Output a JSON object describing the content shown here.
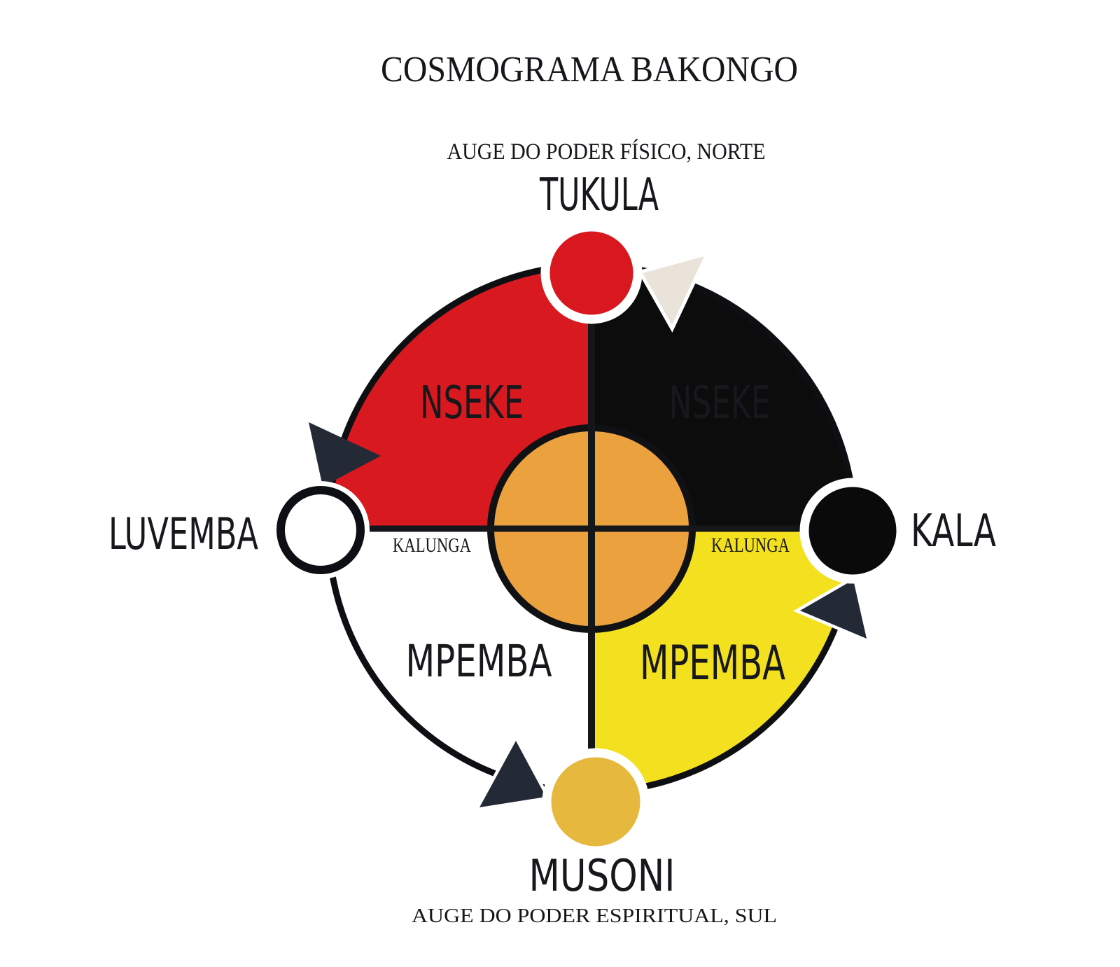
{
  "title": "COSMOGRAMA BAKONGO",
  "compass": {
    "north_caption": "AUGE DO PODER FÍSICO, NORTE",
    "south_caption": "AUGE DO PODER ESPIRITUAL, SUL"
  },
  "nodes": {
    "north": {
      "label": "TUKULA",
      "color": "#d8171e"
    },
    "west": {
      "label": "LUVEMBA",
      "color": "#ffffff"
    },
    "east": {
      "label": "KALA",
      "color": "#0a0a0a"
    },
    "south": {
      "label": "MUSONI",
      "color": "#e6b83d"
    }
  },
  "quadrants": {
    "top_left": {
      "label": "NSEKE",
      "color": "#d8191f",
      "label_color": "#ffffff"
    },
    "top_right": {
      "label": "NSEKE",
      "color": "#0c0c0c",
      "label_color": "#ffffff"
    },
    "bottom_left": {
      "label": "MPEMBA",
      "color": "#ffffff",
      "label_color": "#17181c"
    },
    "bottom_right": {
      "label": "MPEMBA",
      "color": "#f3e01f",
      "label_color": "#17181c"
    }
  },
  "axis": {
    "left_label": "KALUNGA",
    "right_label": "KALUNGA"
  },
  "center": {
    "color": "#eba23e"
  },
  "arrows": {
    "light": "#e9e3da",
    "dark": "#232935"
  }
}
